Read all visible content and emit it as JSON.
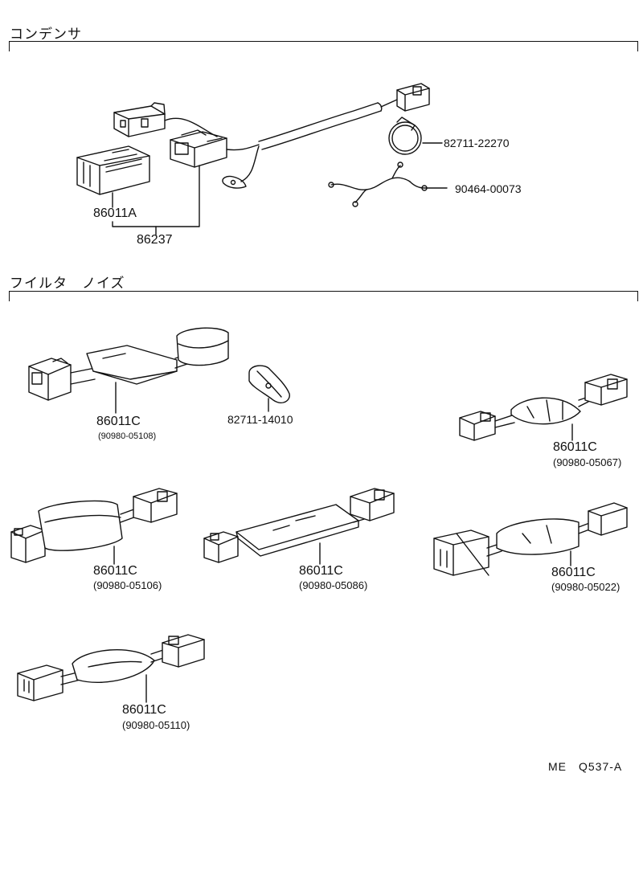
{
  "sections": {
    "condenser": {
      "title": "コンデンサ"
    },
    "noise_filter": {
      "title": "フイルタ　ノイズ"
    }
  },
  "parts": {
    "p86011a": "86011A",
    "p86237": "86237",
    "p82711_22270": "82711-22270",
    "p90464_00073": "90464-00073",
    "p82711_14010": "82711-14010",
    "f1": {
      "pn": "86011C",
      "sub": "(90980-05108)"
    },
    "f2": {
      "pn": "86011C",
      "sub": "(90980-05067)"
    },
    "f3": {
      "pn": "86011C",
      "sub": "(90980-05106)"
    },
    "f4": {
      "pn": "86011C",
      "sub": "(90980-05086)"
    },
    "f5": {
      "pn": "86011C",
      "sub": "(90980-05022)"
    },
    "f6": {
      "pn": "86011C",
      "sub": "(90980-05110)"
    }
  },
  "doc_code": "ME　Q537-A"
}
